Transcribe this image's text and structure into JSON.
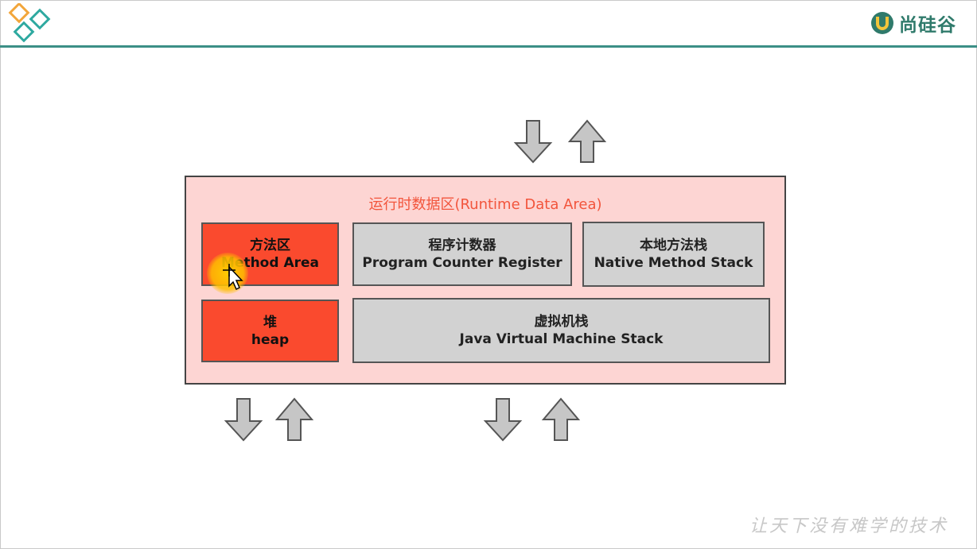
{
  "brand": {
    "name": "尚硅谷"
  },
  "runtime_area": {
    "title": "运行时数据区(Runtime Data Area)"
  },
  "boxes": {
    "method_area": {
      "zh": "方法区",
      "en": "Method Area"
    },
    "pc_register": {
      "zh": "程序计数器",
      "en": "Program Counter Register"
    },
    "native_stack": {
      "zh": "本地方法栈",
      "en": "Native Method Stack"
    },
    "heap": {
      "zh": "堆",
      "en": "heap"
    },
    "jvm_stack": {
      "zh": "虚拟机栈",
      "en": "Java Virtual Machine Stack"
    }
  },
  "slogan": "让天下没有难学的技术",
  "colors": {
    "accent_line": "#3c8f86",
    "memory_red": "#fa4a2e",
    "runtime_bg": "#fdd5d3",
    "title_red": "#f2553c",
    "gray_box": "#d2d2d2"
  }
}
